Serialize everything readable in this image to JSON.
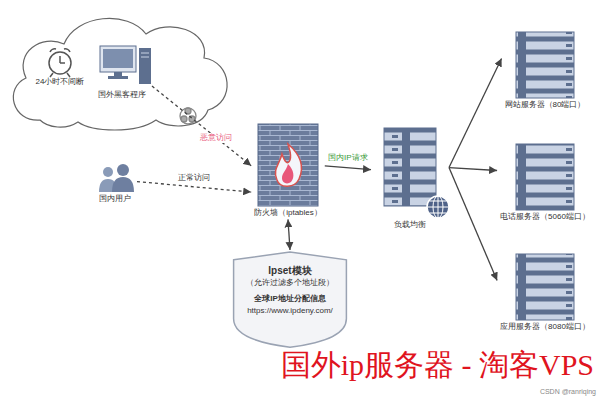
{
  "diagram": {
    "nodes": [
      {
        "text": [
          "24小时不间断"
        ]
      },
      {
        "text": [
          "国外黑客程序"
        ]
      },
      {
        "text": [
          "国内用户"
        ]
      },
      {
        "text": [
          "防火墙（iptables）"
        ]
      },
      {
        "text": [
          "Ipset模块",
          "（允许过滤多个地址段）",
          "全球IP地址分配信息",
          "https://www.ipdeny.com/"
        ]
      },
      {
        "text": [
          "负载均衡"
        ]
      },
      {
        "text": [
          "网站服务器（80端口）"
        ]
      },
      {
        "text": [
          "电话服务器（5060端口）"
        ]
      },
      {
        "text": [
          "应用服务器（8080端口）"
        ]
      }
    ],
    "edges": [
      {
        "from": 1,
        "to": 3,
        "arrow": "to",
        "label": "恶意访问"
      },
      {
        "from": 2,
        "to": 3,
        "arrow": "to",
        "label": "正常访问"
      },
      {
        "from": 3,
        "to": 4,
        "arrow": "both"
      },
      {
        "from": 3,
        "to": 5,
        "arrow": "to",
        "label": "国内IP请求"
      },
      {
        "from": 5,
        "to": 6,
        "arrow": "to"
      },
      {
        "from": 5,
        "to": 7,
        "arrow": "to"
      },
      {
        "from": 5,
        "to": 8,
        "arrow": "to"
      }
    ],
    "labels": [
      "国外ip服务器 - 淘客VPS",
      "CSDN @ranriqing"
    ]
  }
}
